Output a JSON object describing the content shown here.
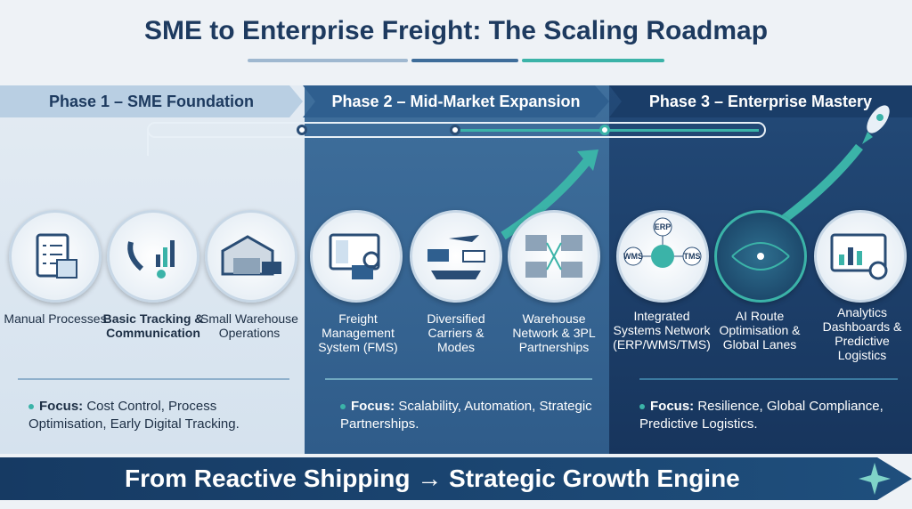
{
  "title": "SME to Enterprise Freight: The Scaling Roadmap",
  "phases": [
    {
      "label": "Phase 1 – SME Foundation",
      "items": [
        "Manual Processes",
        "Basic Tracking & Communication",
        "Small Warehouse Operations"
      ],
      "focus_label": "Focus:",
      "focus": "Cost Control, Process Optimisation, Early Digital Tracking."
    },
    {
      "label": "Phase 2 – Mid-Market Expansion",
      "items": [
        "Freight Management System (FMS)",
        "Diversified Carriers & Modes",
        "Warehouse Network & 3PL Partnerships"
      ],
      "focus_label": "Focus:",
      "focus": "Scalability, Automation, Strategic Partnerships."
    },
    {
      "label": "Phase 3 – Enterprise Mastery",
      "items": [
        "Integrated Systems Network (ERP/WMS/TMS)",
        "AI Route Optimisation & Global Lanes",
        "Analytics Dashboards & Predictive Logistics"
      ],
      "focus_label": "Focus:",
      "focus": "Resilience, Global Compliance, Predictive Logistics."
    }
  ],
  "system_nodes": {
    "erp": "ERP",
    "wms": "WMS",
    "tms": "TMS"
  },
  "banner": "From Reactive Shipping → Strategic Growth Engine",
  "colors": {
    "navy": "#1d3a5f",
    "teal": "#3bb3a8",
    "mid": "#2f5f8f",
    "dark": "#1a3d68"
  }
}
